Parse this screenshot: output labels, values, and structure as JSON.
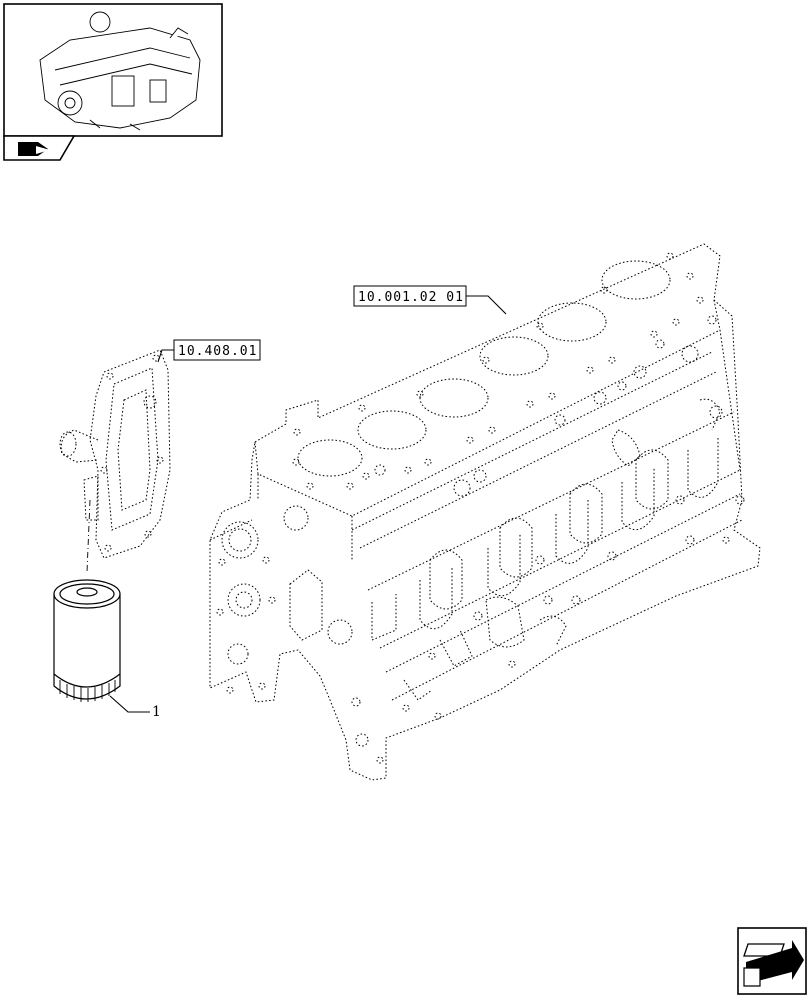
{
  "references": {
    "block_ref": "10.001.02 01",
    "cover_ref": "10.408.01"
  },
  "callouts": {
    "filter_item": "1"
  },
  "icons": {
    "thumbnail": "engine-thumbnail-icon",
    "section_tab": "book-arrow-icon",
    "nav": "next-page-arrow-icon"
  }
}
